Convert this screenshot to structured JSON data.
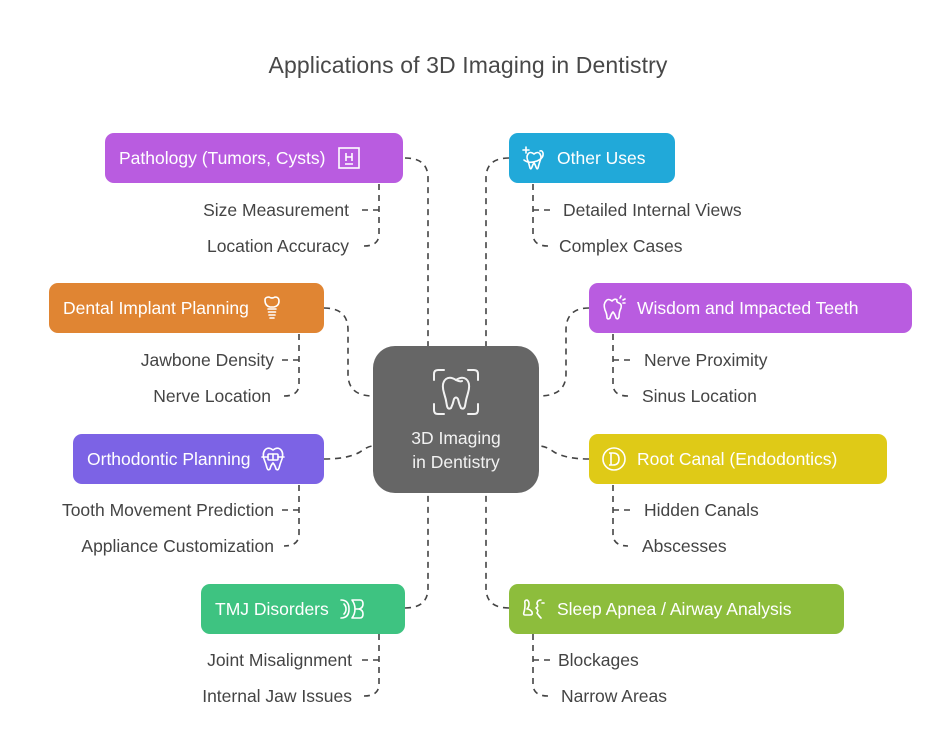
{
  "title": "Applications of 3D Imaging in Dentistry",
  "center": {
    "line1": "3D Imaging",
    "line2": "in Dentistry",
    "icon": "tooth-scan-icon",
    "color": "#666666"
  },
  "branches": [
    {
      "id": "pathology",
      "label": "Pathology (Tumors, Cysts)",
      "icon": "histology-slide-icon",
      "color": "#b95ce0",
      "side": "left",
      "subitems": [
        "Size Measurement",
        "Location Accuracy"
      ]
    },
    {
      "id": "implant",
      "label": "Dental Implant Planning",
      "icon": "dental-implant-icon",
      "color": "#e08533",
      "side": "left",
      "subitems": [
        "Jawbone Density",
        "Nerve Location"
      ]
    },
    {
      "id": "orthodontic",
      "label": "Orthodontic Planning",
      "icon": "braces-tooth-icon",
      "color": "#7c63e5",
      "side": "left",
      "subitems": [
        "Tooth Movement Prediction",
        "Appliance Customization"
      ]
    },
    {
      "id": "tmj",
      "label": "TMJ Disorders",
      "icon": "jaw-joint-icon",
      "color": "#3ec381",
      "side": "left",
      "subitems": [
        "Joint Misalignment",
        "Internal Jaw Issues"
      ]
    },
    {
      "id": "other",
      "label": "Other Uses",
      "icon": "sparkle-tooth-icon",
      "color": "#21a9d9",
      "side": "right",
      "subitems": [
        "Detailed Internal Views",
        "Complex Cases"
      ]
    },
    {
      "id": "wisdom",
      "label": "Wisdom and Impacted Teeth",
      "icon": "aching-tooth-icon",
      "color": "#b95ce0",
      "side": "right",
      "subitems": [
        "Nerve Proximity",
        "Sinus Location"
      ]
    },
    {
      "id": "rootcanal",
      "label": "Root Canal (Endodontics)",
      "icon": "circled-d-icon",
      "color": "#dfca17",
      "side": "right",
      "subitems": [
        "Hidden Canals",
        "Abscesses"
      ]
    },
    {
      "id": "sleep",
      "label": "Sleep Apnea / Airway Analysis",
      "icon": "sleeping-airway-icon",
      "color": "#8dbd3c",
      "side": "right",
      "subitems": [
        "Blockages",
        "Narrow Areas"
      ]
    }
  ]
}
